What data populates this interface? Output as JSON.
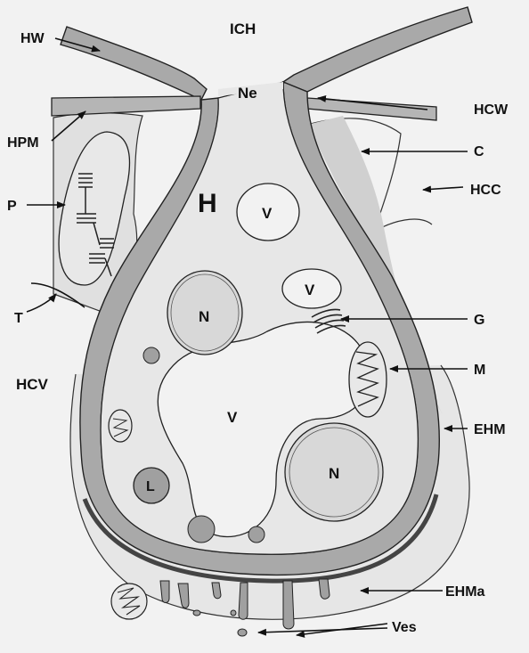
{
  "colors": {
    "background": "#f2f2f2",
    "wall_fill": "#a9a9a9",
    "cell_fill": "#dcdcdc",
    "ink": "#1a1a1a"
  },
  "labels": {
    "ich": "ICH",
    "ne": "Ne",
    "hw": "HW",
    "hpm": "HPM",
    "hcw": "HCW",
    "c": "C",
    "hcc": "HCC",
    "p": "P",
    "h": "H",
    "v_top": "V",
    "v_mid": "V",
    "v_center": "V",
    "n_left": "N",
    "n_right": "N",
    "g": "G",
    "m": "M",
    "t": "T",
    "hcv": "HCV",
    "l": "L",
    "ehm": "EHM",
    "ehma": "EHMa",
    "ves": "Ves"
  }
}
